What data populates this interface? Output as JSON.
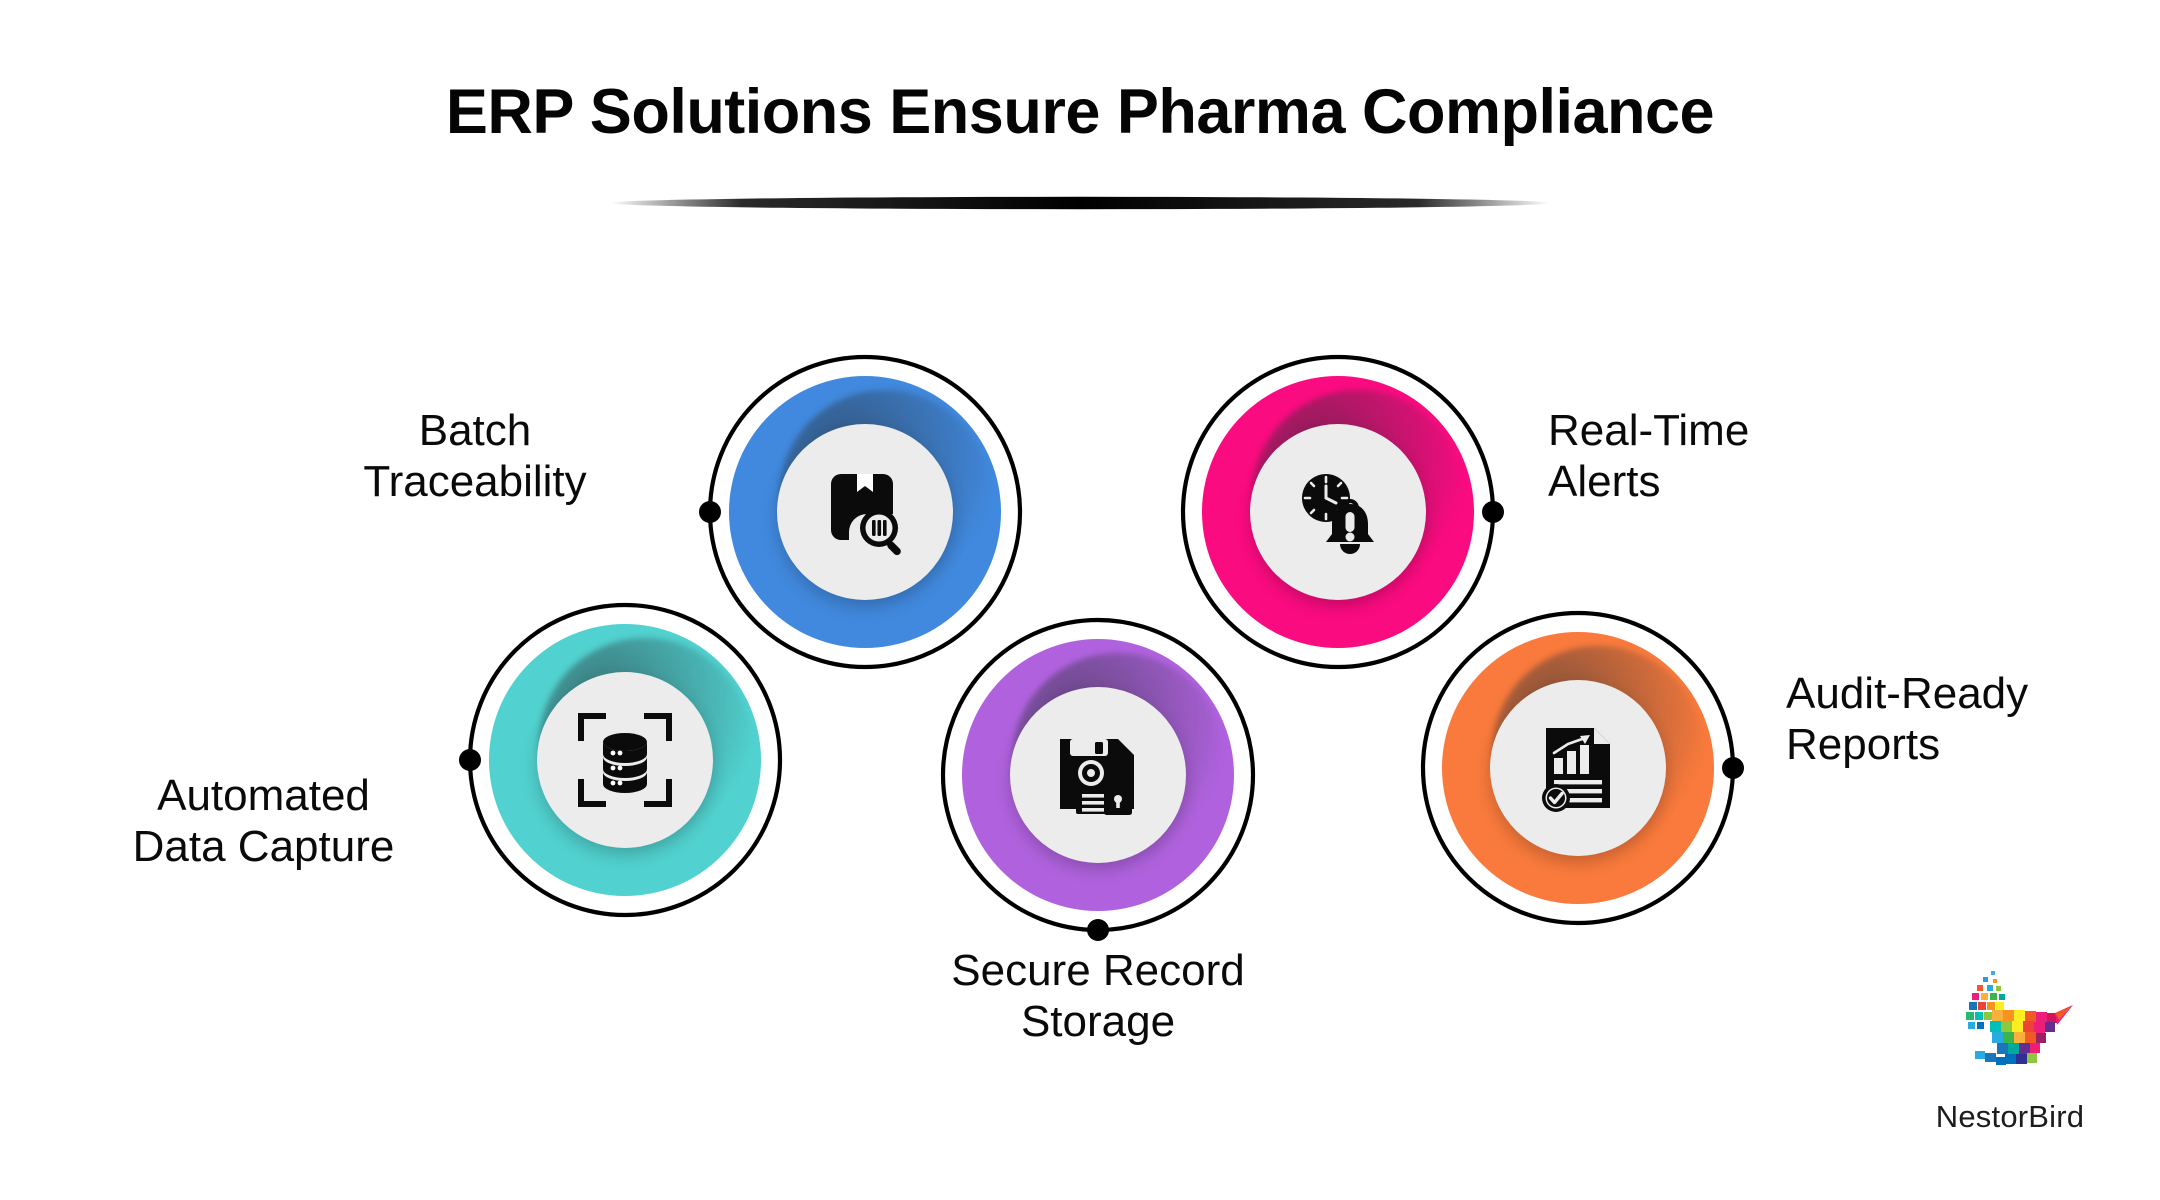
{
  "header": {
    "title": "ERP Solutions Ensure Pharma Compliance",
    "divider": "lens-divider"
  },
  "brand": {
    "name": "NestorBird",
    "logo_icon": "pixelated-bird-logo"
  },
  "colors": {
    "background": "#ffffff",
    "title": "#050505",
    "label": "#0a0a0a",
    "ring_outline": "#000000",
    "inner_disc": "#ececec",
    "teal": "#51d1cf",
    "blue": "#4189de",
    "purple": "#b062de",
    "pink": "#fb0b80",
    "orange": "#f97a3c"
  },
  "nodes": [
    {
      "id": "automated-data-capture",
      "label": "Automated\nData Capture",
      "color": "#51d1cf",
      "icon": "database-scan-icon",
      "label_align": "center",
      "dot_position": "left"
    },
    {
      "id": "batch-traceability",
      "label": "Batch\nTraceability",
      "color": "#4189de",
      "icon": "package-search-icon",
      "label_align": "center",
      "dot_position": "left"
    },
    {
      "id": "secure-record-storage",
      "label": "Secure Record\nStorage",
      "color": "#b062de",
      "icon": "floppy-disk-lock-icon",
      "label_align": "center",
      "dot_position": "bottom"
    },
    {
      "id": "real-time-alerts",
      "label": "Real-Time\nAlerts",
      "color": "#fb0b80",
      "icon": "clock-alert-bell-icon",
      "label_align": "left",
      "dot_position": "right"
    },
    {
      "id": "audit-ready-reports",
      "label": "Audit-Ready\nReports",
      "color": "#f97a3c",
      "icon": "report-check-icon",
      "label_align": "left",
      "dot_position": "right"
    }
  ]
}
